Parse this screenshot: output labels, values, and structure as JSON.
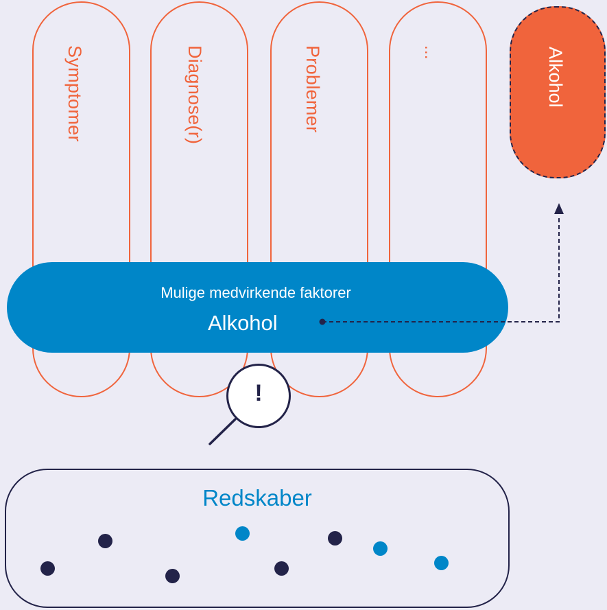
{
  "pillars": [
    {
      "label": "Symptomer"
    },
    {
      "label": "Diagnose(r)"
    },
    {
      "label": "Problemer"
    },
    {
      "label": "..."
    }
  ],
  "highlight": {
    "label": "Alkohol"
  },
  "factors": {
    "title": "Mulige medvirkende faktorer",
    "value": "Alkohol"
  },
  "magnifier": {
    "mark": "!"
  },
  "tools": {
    "title": "Redskaber"
  },
  "colors": {
    "background": "#ecebf5",
    "accent_orange": "#f0643c",
    "accent_blue": "#0086c8",
    "dark_navy": "#232349"
  }
}
